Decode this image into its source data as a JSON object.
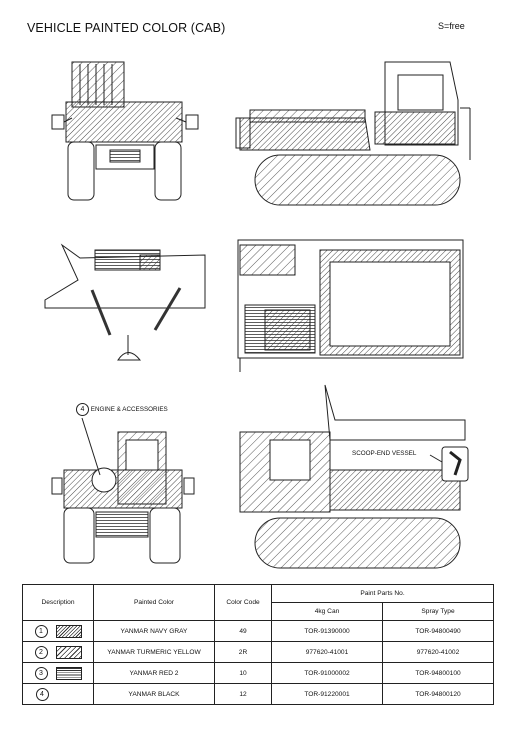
{
  "header": {
    "title": "VEHICLE PAINTED COLOR (CAB)",
    "note": "S=free"
  },
  "callouts": {
    "engine_number": "4",
    "engine_label": "ENGINE & ACCESSORIES",
    "scoop_label": "SCOOP-END VESSEL"
  },
  "table": {
    "headers": {
      "description": "Description",
      "painted_color": "Painted Color",
      "color_code": "Color Code",
      "paint_parts": "Paint Parts No.",
      "can": "4kg Can",
      "spray": "Spray Type"
    },
    "rows": [
      {
        "num": "1",
        "swatch": "fine-diagonal-hatch",
        "color": "YANMAR NAVY GRAY",
        "code": "49",
        "can": "TOR-91390000",
        "spray": "TOR-94800490"
      },
      {
        "num": "2",
        "swatch": "wide-diagonal-hatch",
        "color": "YANMAR TURMERIC YELLOW",
        "code": "2R",
        "can": "977620-41001",
        "spray": "977620-41002"
      },
      {
        "num": "3",
        "swatch": "horizontal-hatch",
        "color": "YANMAR RED 2",
        "code": "10",
        "can": "TOR-91000002",
        "spray": "TOR-94800100"
      },
      {
        "num": "4",
        "swatch": "none",
        "color": "YANMAR BLACK",
        "code": "12",
        "can": "TOR-91220001",
        "spray": "TOR-94800120"
      }
    ]
  }
}
